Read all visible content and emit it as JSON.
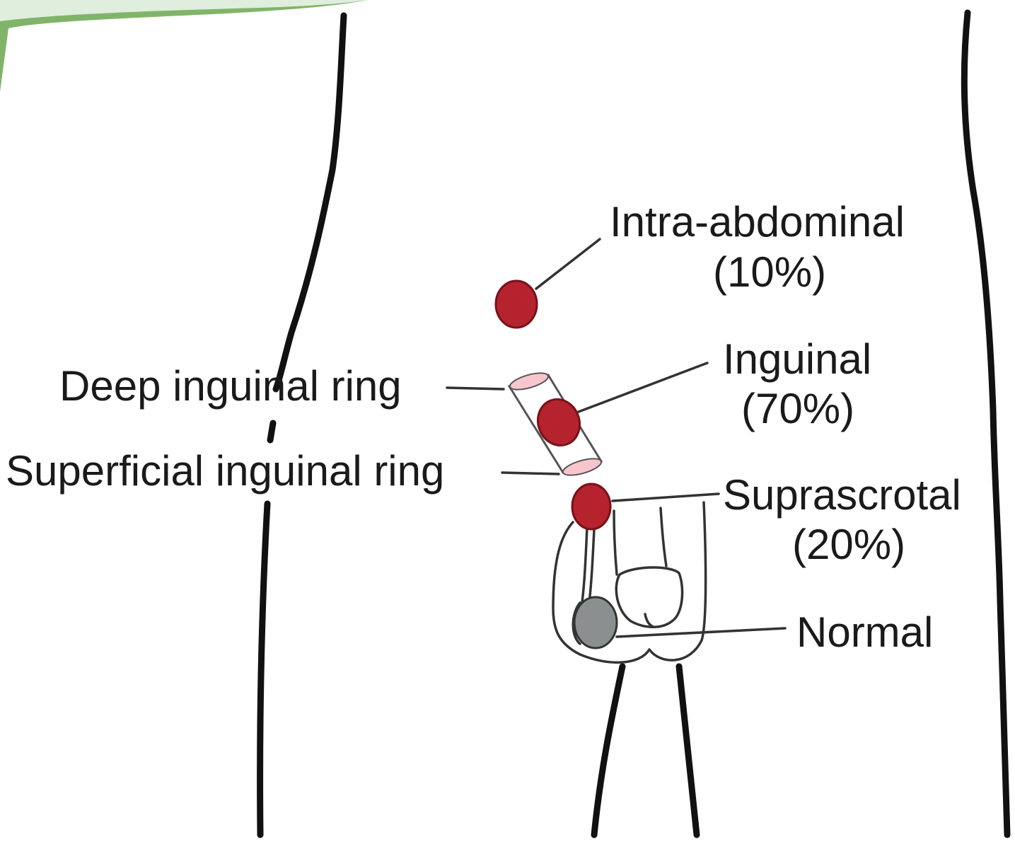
{
  "labels": {
    "intra_abdominal": {
      "name": "Intra-abdominal",
      "pct": "(10%)"
    },
    "inguinal": {
      "name": "Inguinal",
      "pct": "(70%)"
    },
    "suprascrotal": {
      "name": "Suprascrotal",
      "pct": "(20%)"
    },
    "normal": {
      "name": "Normal"
    },
    "deep_ring": "Deep inguinal ring",
    "superficial_ring": "Superficial inguinal ring"
  },
  "colors": {
    "testis_red": "#b5232f",
    "ring_pink": "#f7c6cc",
    "normal_testis_gray": "#8c8f90",
    "outline": "#111111",
    "corner_green": "#6aa84f"
  }
}
